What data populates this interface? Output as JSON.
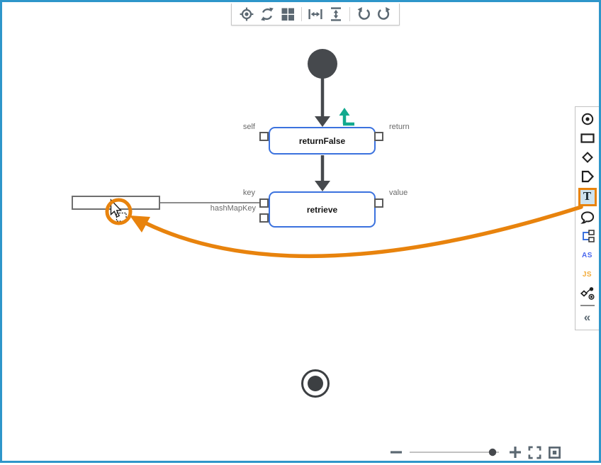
{
  "window": {
    "border_color": "#2e96ca",
    "background": "#ffffff"
  },
  "toolbar": {
    "buttons": [
      {
        "name": "center-view"
      },
      {
        "name": "sync"
      },
      {
        "name": "tile-view"
      },
      {
        "name": "fit-width"
      },
      {
        "name": "fit-height"
      },
      {
        "name": "undo"
      },
      {
        "name": "redo"
      }
    ]
  },
  "diagram": {
    "nodes": [
      {
        "label": "returnFalse",
        "input_ports": [
          "self"
        ],
        "output_ports": [
          "return"
        ]
      },
      {
        "label": "retrieve",
        "input_ports": [
          "key",
          "hashMapKey"
        ],
        "output_ports": [
          "value"
        ]
      }
    ],
    "text_box_value": "",
    "colors": {
      "node_border": "#3b72de",
      "flow_arrow": "#46494d",
      "wire": "#8c8c8c",
      "port_label": "#6a6a6a",
      "return_arrow_icon": "#12a98e"
    }
  },
  "sidebar": {
    "tools": [
      {
        "name": "initial-node-tool"
      },
      {
        "name": "action-node-tool"
      },
      {
        "name": "decision-node-tool"
      },
      {
        "name": "state-node-tool"
      },
      {
        "name": "text-tool",
        "label": "T",
        "active": true
      },
      {
        "name": "comment-tool"
      },
      {
        "name": "subdiagram-tool"
      },
      {
        "name": "actionscript-tool",
        "label": "AS"
      },
      {
        "name": "javascript-tool",
        "label": "JS"
      },
      {
        "name": "diagram-nodes-tool"
      },
      {
        "name": "collapse-panel",
        "label": "«"
      }
    ],
    "active_tool": "text-tool",
    "active_highlight_color": "#e8830d",
    "as_color": "#4a67ee",
    "js_color": "#f2ab38"
  },
  "annotation": {
    "color": "#e8830d",
    "highlighted_tool": "text-tool",
    "points_to": "empty-text-box",
    "cursor": "drag-copy-cursor"
  },
  "zoom_controls": {
    "slider_position": 0.92,
    "buttons": [
      {
        "name": "zoom-out"
      },
      {
        "name": "zoom-in"
      },
      {
        "name": "fullscreen"
      },
      {
        "name": "fit-to-screen"
      }
    ]
  }
}
